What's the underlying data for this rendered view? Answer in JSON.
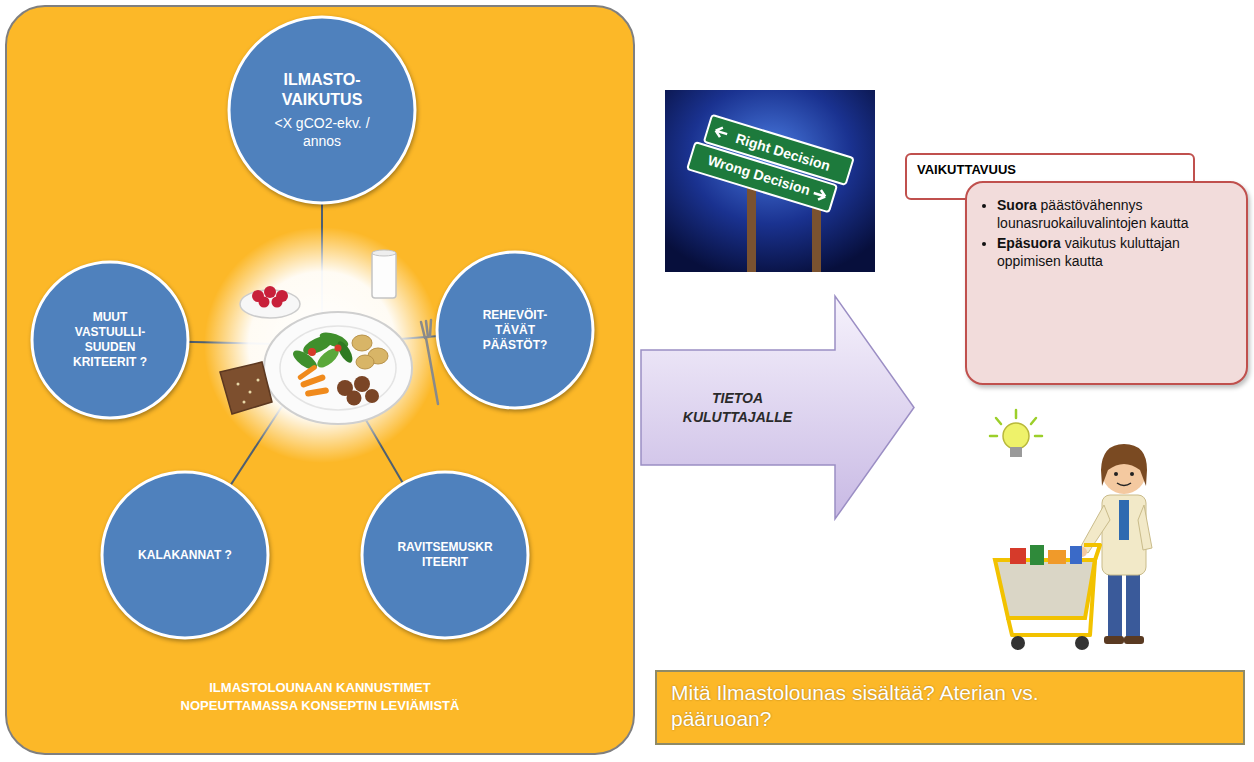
{
  "diagram": {
    "nodes": [
      {
        "text": [
          "ILMASTOLOUNAAN KANNUSTIMET NOPEUTTAMASSA KONSEPTIN LEVIÄMISTÄ"
        ]
      },
      {
        "text": [
          "ILMASTO- VAIKUTUS",
          "<X gCO2-ekv. / annos"
        ],
        "in": 0
      },
      {
        "text": [
          "MUUT VASTUULLI- SUUDEN KRITEERIT ?"
        ],
        "in": 0
      },
      {
        "text": [
          "REHEVÖIT- TÄVÄT PÄÄSTÖT?"
        ],
        "in": 0
      },
      {
        "text": [
          "KALAKANNAT ?"
        ],
        "in": 0
      },
      {
        "text": [
          "RAVITSEMUSKR ITEERIT"
        ],
        "in": 0
      },
      {
        "text": [
          "TIETOA KULUTTAJALLE"
        ]
      },
      {
        "text": [
          "VAIKUTTAVUUS",
          "Suora päästövähennys lounasruokailuvalintojen kautta",
          "Epäsuora vaikutus kuluttajan oppimisen kautta"
        ]
      },
      {
        "text": [
          "Mitä Ilmastolounas sisältää? Aterian vs. pääruoan?"
        ]
      }
    ],
    "labels": [
      "Right Decision",
      "Wrong Decision"
    ]
  }
}
